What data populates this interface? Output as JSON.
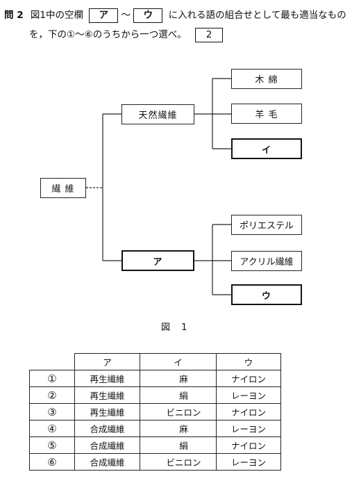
{
  "question": {
    "prefix": "問 2",
    "line1_a": "図1中の空欄",
    "blank_a": "ア",
    "tilde": "〜",
    "blank_u": "ウ",
    "line1_b": "に入れる語の組合せとして最も適当なもの",
    "line2": "を，下の①〜⑥のうちから一つ選べ。",
    "answer_no": "2"
  },
  "diagram": {
    "root": "繊 維",
    "natural": "天然繊維",
    "blank_a": "ア",
    "natural_children": [
      "木 綿",
      "羊 毛",
      "イ"
    ],
    "a_children": [
      "ポリエステル",
      "アクリル繊維",
      "ウ"
    ],
    "caption": "図 1"
  },
  "table": {
    "headers": [
      "ア",
      "イ",
      "ウ"
    ],
    "rows": [
      {
        "num": "①",
        "a": "再生繊維",
        "i": "麻",
        "u": "ナイロン"
      },
      {
        "num": "②",
        "a": "再生繊維",
        "i": "絹",
        "u": "レーヨン"
      },
      {
        "num": "③",
        "a": "再生繊維",
        "i": "ビニロン",
        "u": "ナイロン"
      },
      {
        "num": "④",
        "a": "合成繊維",
        "i": "麻",
        "u": "レーヨン"
      },
      {
        "num": "⑤",
        "a": "合成繊維",
        "i": "絹",
        "u": "ナイロン"
      },
      {
        "num": "⑥",
        "a": "合成繊維",
        "i": "ビニロン",
        "u": "レーヨン"
      }
    ]
  }
}
